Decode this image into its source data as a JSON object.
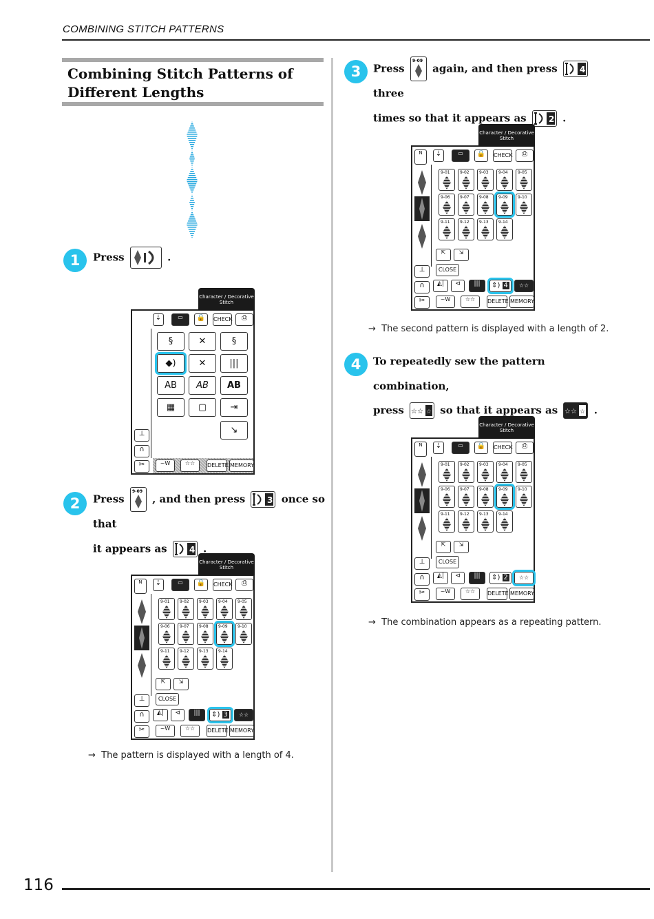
{
  "header": {
    "running_title": "COMBINING STITCH PATTERNS"
  },
  "section": {
    "title": "Combining Stitch Patterns of Different Lengths"
  },
  "steps": [
    {
      "num": "1",
      "press": "Press",
      "end": "."
    },
    {
      "num": "2",
      "a": "Press",
      "b": ", and then press",
      "c": "once so that",
      "d": "it appears as",
      "end": "."
    },
    {
      "num": "3",
      "a": "Press",
      "b": "again, and then press",
      "c": "three",
      "d": "times so that it appears as",
      "end": "."
    },
    {
      "num": "4",
      "a": "To repeatedly sew the pattern combination,",
      "b": "press",
      "c": "so that it appears as",
      "end": "."
    }
  ],
  "notes": {
    "n2": "The pattern is displayed with a length of 4.",
    "n3": "The second pattern is displayed with a length of 2.",
    "n4": "The combination appears as a repeating pattern."
  },
  "lcd": {
    "tab": [
      "Character / Decorative",
      "Stitch"
    ],
    "check": "CHECK",
    "close": "CLOSE",
    "delete": "DELETE",
    "memory": "MEMORY",
    "cells": [
      "9-01",
      "9-02",
      "9-03",
      "9-04",
      "9-05",
      "9-06",
      "9-07",
      "9-08",
      "9-09",
      "9-10",
      "9-11",
      "9-12",
      "9-13",
      "9-14"
    ],
    "grid_ab": [
      "AB",
      "AB",
      "AB"
    ],
    "inline_key_label": "9-09"
  },
  "lengths": {
    "step2_before": "3",
    "step2_after": "4",
    "step3_before": "4",
    "step3_after": "2",
    "screen2": "3",
    "screen3": "4",
    "screen4": "2"
  },
  "footer": {
    "page_number": "116"
  },
  "colors": {
    "accent": "#29c3ec",
    "rule": "#222222",
    "title_bar": "#a8a8a8"
  }
}
